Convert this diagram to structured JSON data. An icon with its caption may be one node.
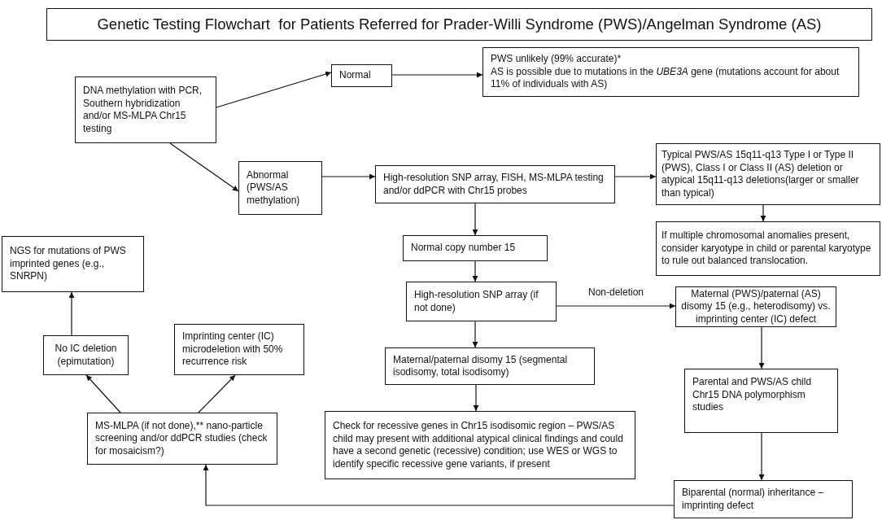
{
  "diagram": {
    "title": "Genetic Testing Flowchart  for Patients Referred for Prader-Willi Syndrome (PWS)/Angelman Syndrome (AS)",
    "nodes": [
      {
        "text": [
          "DNA methylation with PCR, Southern hybridization and/or MS-MLPA Chr15 testing"
        ]
      },
      {
        "text": [
          "Normal"
        ]
      },
      {
        "text": [
          "PWS unlikely (99% accurate)*",
          "AS is possible due to mutations in the *UBE3A* gene (mutations account for about 11% of individuals with AS)"
        ]
      },
      {
        "text": [
          "Abnormal (PWS/AS methylation)"
        ]
      },
      {
        "text": [
          "High-resolution SNP array, FISH, MS-MLPA testing and/or ddPCR with Chr15 probes"
        ]
      },
      {
        "text": [
          "Typical PWS/AS 15q11-q13 Type I or Type II (PWS), Class I or Class II (AS) deletion or atypical 15q11-q13 deletions(larger or smaller than typical)"
        ]
      },
      {
        "text": [
          "If multiple chromosomal anomalies present, consider karyotype in child or parental karyotype to rule out balanced translocation."
        ]
      },
      {
        "text": [
          "Normal copy number 15"
        ]
      },
      {
        "text": [
          "High-resolution SNP array (if not done)"
        ]
      },
      {
        "text": [
          "Maternal/paternal disomy 15 (segmental isodisomy, total isodisomy)"
        ]
      },
      {
        "text": [
          "Check for recessive genes in Chr15 isodisomic region – PWS/AS child may present with additional atypical clinical findings and could have a second genetic (recessive) condition; use WES or WGS to identify specific recessive gene variants, if present"
        ]
      },
      {
        "text": [
          "Maternal (PWS)/paternal (AS) disomy 15 (e.g., heterodisomy) vs. imprinting center (IC) defect"
        ]
      },
      {
        "text": [
          "Parental and PWS/AS child Chr15 DNA polymorphism studies"
        ]
      },
      {
        "text": [
          "Biparental (normal) inheritance – imprinting defect"
        ]
      },
      {
        "text": [
          "MS-MLPA (if not done),** nano-particle screening and/or ddPCR studies (check for mosaicism?)"
        ]
      },
      {
        "text": [
          "No IC deletion (epimutation)"
        ]
      },
      {
        "text": [
          "Imprinting center (IC) microdeletion with 50% recurrence risk"
        ]
      },
      {
        "text": [
          "NGS for mutations of PWS imprinted genes (e.g., SNRPN)"
        ]
      }
    ],
    "edges": [
      {
        "from": 0,
        "to": 1,
        "arrow": "to"
      },
      {
        "from": 0,
        "to": 3,
        "arrow": "to"
      },
      {
        "from": 1,
        "to": 2,
        "arrow": "to"
      },
      {
        "from": 3,
        "to": 4,
        "arrow": "to"
      },
      {
        "from": 4,
        "to": 5,
        "arrow": "to"
      },
      {
        "from": 5,
        "to": 6,
        "arrow": "to"
      },
      {
        "from": 4,
        "to": 7,
        "arrow": "to"
      },
      {
        "from": 7,
        "to": 8,
        "arrow": "to"
      },
      {
        "from": 8,
        "to": 11,
        "arrow": "to",
        "label": "Non-deletion"
      },
      {
        "from": 8,
        "to": 9,
        "arrow": "to"
      },
      {
        "from": 9,
        "to": 10,
        "arrow": "to"
      },
      {
        "from": 11,
        "to": 12,
        "arrow": "to"
      },
      {
        "from": 12,
        "to": 13,
        "arrow": "to"
      },
      {
        "from": 13,
        "to": 14,
        "arrow": "to"
      },
      {
        "from": 14,
        "to": 15,
        "arrow": "to"
      },
      {
        "from": 14,
        "to": 16,
        "arrow": "to"
      },
      {
        "from": 15,
        "to": 17,
        "arrow": "to"
      }
    ]
  }
}
